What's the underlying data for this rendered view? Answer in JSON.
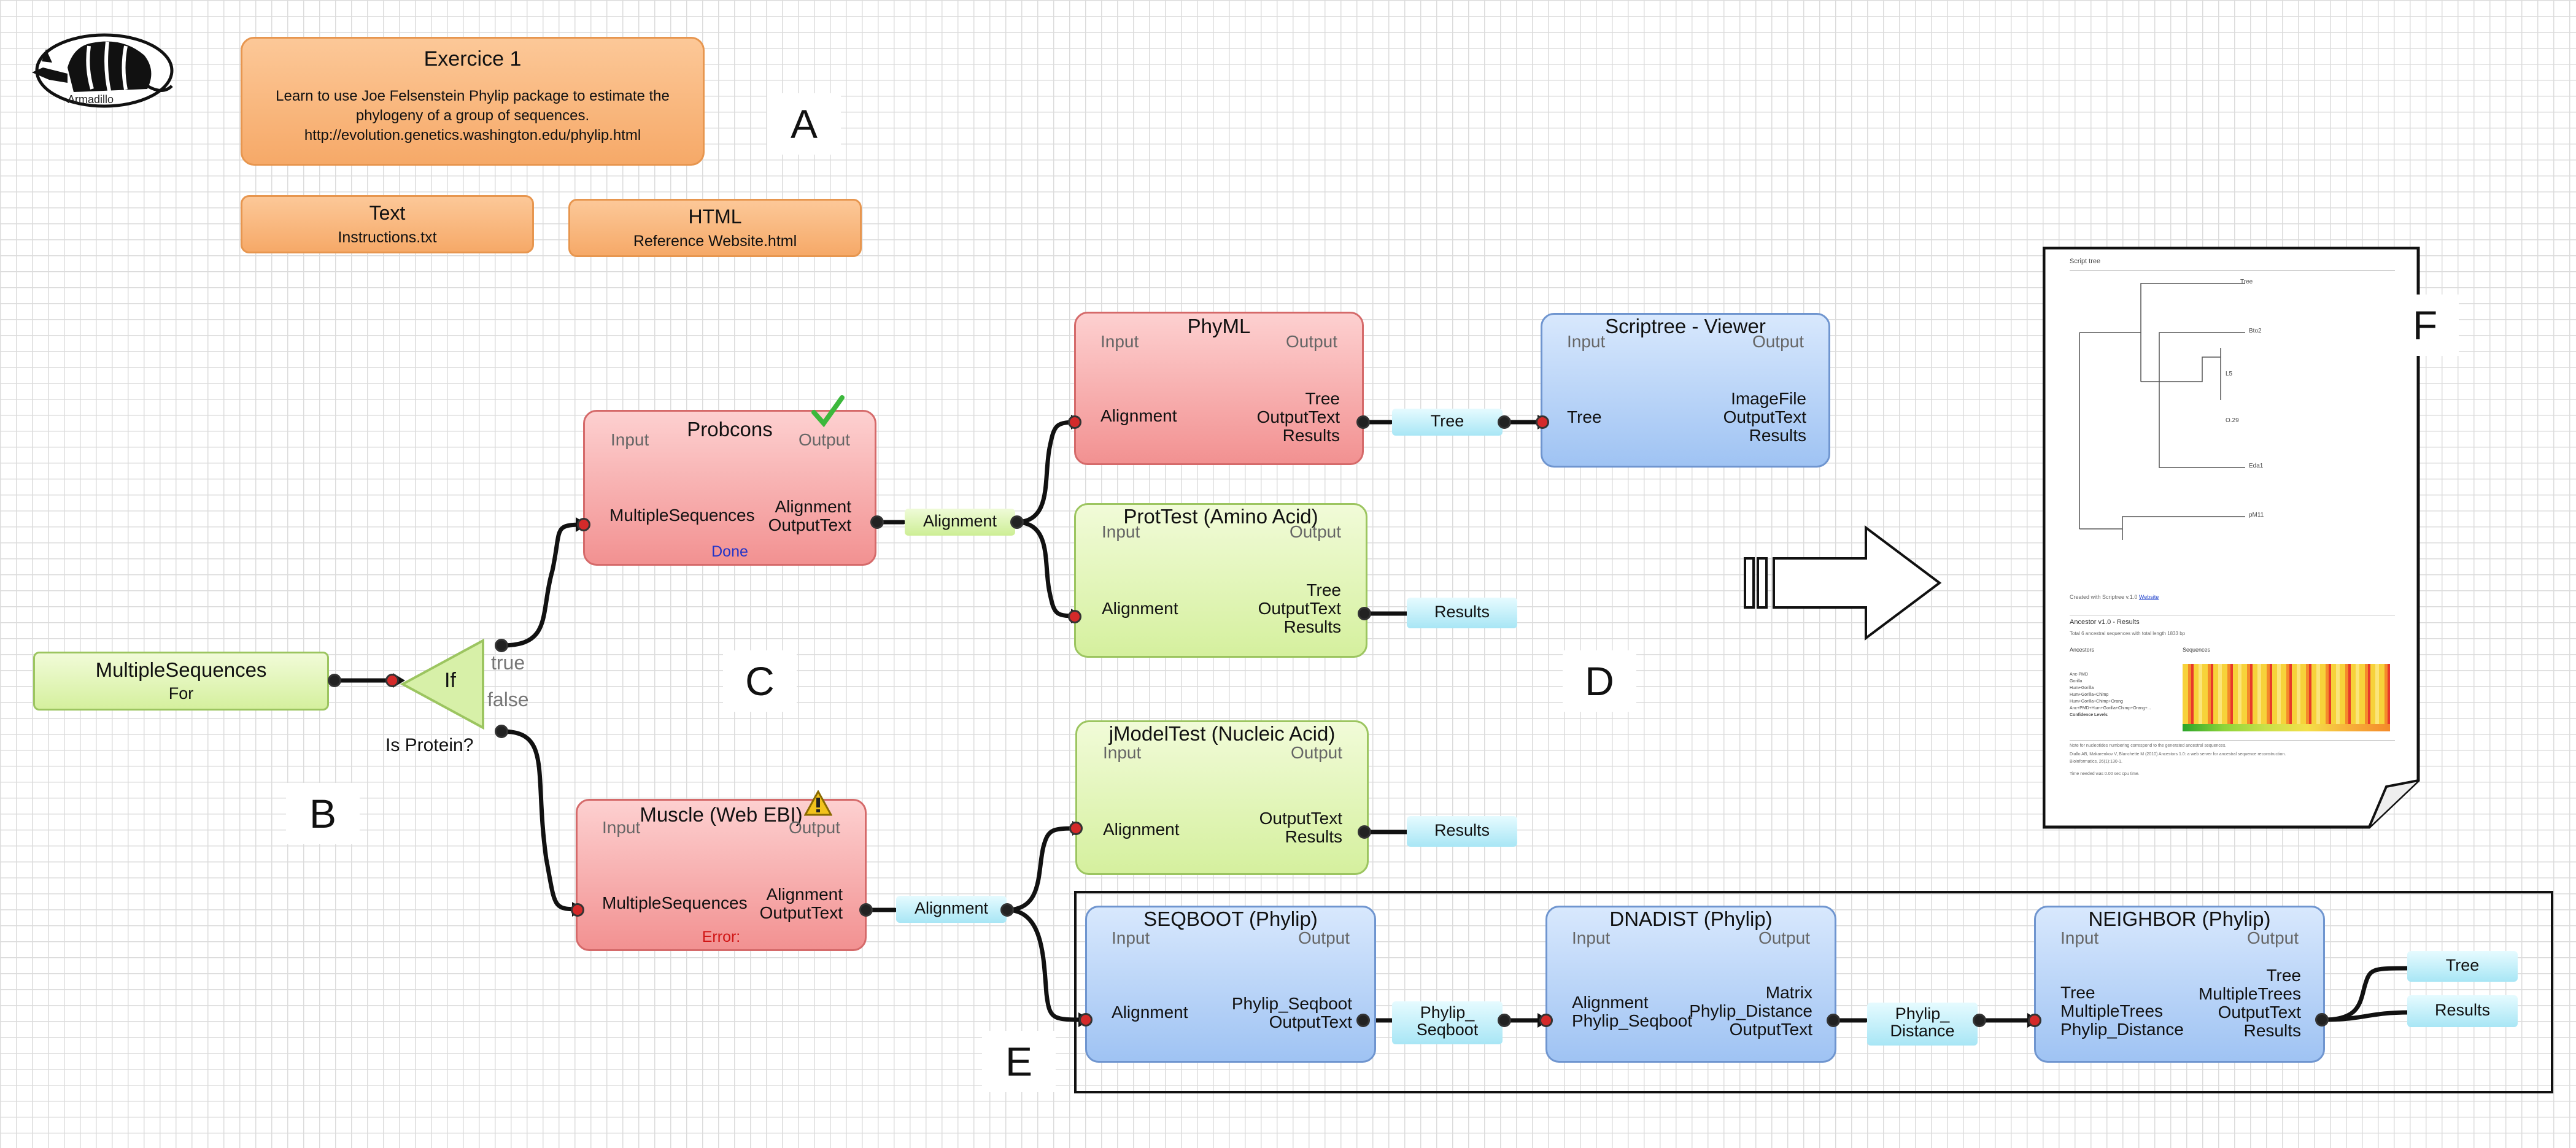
{
  "exercise": {
    "title": "Exercice 1",
    "line1": "Learn to use Joe Felsenstein Phylip package to estimate the",
    "line2": "phylogeny of a group of sequences.",
    "line3": "http://evolution.genetics.washington.edu/phylip.html"
  },
  "logo_text": "Armadillo",
  "text_box": {
    "title": "Text",
    "subtitle": "Instructions.txt"
  },
  "html_box": {
    "title": "HTML",
    "subtitle": "Reference Website.html"
  },
  "letters": {
    "a": "A",
    "b": "B",
    "c": "C",
    "d": "D",
    "e": "E",
    "f": "F"
  },
  "multiple_sequences": {
    "title": "MultipleSequences",
    "subtitle": "For"
  },
  "if_node": {
    "label": "If",
    "true_label": "true",
    "false_label": "false",
    "caption": "Is Protein?"
  },
  "probcons": {
    "title": "Probcons",
    "input": "Input",
    "output": "Output",
    "in_port": "MultipleSequences",
    "out1": "Alignment",
    "out2": "OutputText",
    "status": "Done"
  },
  "muscle": {
    "title": "Muscle (Web EBI)",
    "input": "Input",
    "output": "Output",
    "in_port": "MultipleSequences",
    "out1": "Alignment",
    "out2": "OutputText",
    "status": "Error:"
  },
  "phyml": {
    "title": "PhyML",
    "input": "Input",
    "output": "Output",
    "in_port": "Alignment",
    "out1": "Tree",
    "out2": "OutputText",
    "out3": "Results"
  },
  "scriptree": {
    "title": "Scriptree - Viewer",
    "input": "Input",
    "output": "Output",
    "in_port": "Tree",
    "out1": "ImageFile",
    "out2": "OutputText",
    "out3": "Results"
  },
  "prottest": {
    "title": "ProtTest (Amino Acid)",
    "input": "Input",
    "output": "Output",
    "in_port": "Alignment",
    "out1": "Tree",
    "out2": "OutputText",
    "out3": "Results"
  },
  "jmodeltest": {
    "title": "jModelTest (Nucleic Acid)",
    "input": "Input",
    "output": "Output",
    "in_port": "Alignment",
    "out1": "OutputText",
    "out2": "Results"
  },
  "seqboot": {
    "title": "SEQBOOT (Phylip)",
    "input": "Input",
    "output": "Output",
    "in_port": "Alignment",
    "out1": "Phylip_Seqboot",
    "out2": "OutputText"
  },
  "dnadist": {
    "title": "DNADIST (Phylip)",
    "input": "Input",
    "output": "Output",
    "in1": "Alignment",
    "in2": "Phylip_Seqboot",
    "out1": "Matrix",
    "out2": "Phylip_Distance",
    "out3": "OutputText"
  },
  "neighbor": {
    "title": "NEIGHBOR (Phylip)",
    "input": "Input",
    "output": "Output",
    "in1": "Tree",
    "in2": "MultipleTrees",
    "in3": "Phylip_Distance",
    "out1": "Tree",
    "out2": "MultipleTrees",
    "out3": "OutputText",
    "out4": "Results"
  },
  "connectors": {
    "tree": "Tree",
    "alignment_top": "Alignment",
    "alignment_bottom": "Alignment",
    "results_prottest": "Results",
    "results_jmodel": "Results",
    "phylip_seqboot_1": "Phylip_",
    "phylip_seqboot_2": "Seqboot",
    "phylip_distance_1": "Phylip_",
    "phylip_distance_2": "Distance",
    "tree_out": "Tree",
    "results_out": "Results"
  },
  "document": {
    "tree_title": "Script tree",
    "leaves": [
      "Tree",
      "Bto2",
      "L5",
      "O.29",
      "Eda1",
      "pM11"
    ],
    "created": "Created with Scriptree v.1.0",
    "link": "Website",
    "ancestor_title": "Ancestor v1.0 - Results",
    "ancestor_sub": "Total 6 ancestral sequences with total length 1833 bp",
    "col_ancestors": "Ancestors",
    "col_sequences": "Sequences",
    "rows": [
      "Anc-PMD",
      "Gorilla",
      "Hum+Gorilla",
      "Hum+Gorilla+Chimp",
      "Hum+Gorilla+Chimp+Orang",
      "Anc+PMD+Hum+Gorilla+Chimp+Orang+..."
    ],
    "confidence": "Confidence Levels",
    "foot1": "Note for nucleotides numbering correspond to the generated ancestral sequences.",
    "foot2": "Diallo AB, Makarenkov V, Blanchette M (2010) Ancestors 1.0: a web server for ancestral sequence reconstruction.",
    "foot3": "Bioinformatics, 26(1):130-1.",
    "foot4": "Time needed was 0.00 sec cpu time."
  }
}
